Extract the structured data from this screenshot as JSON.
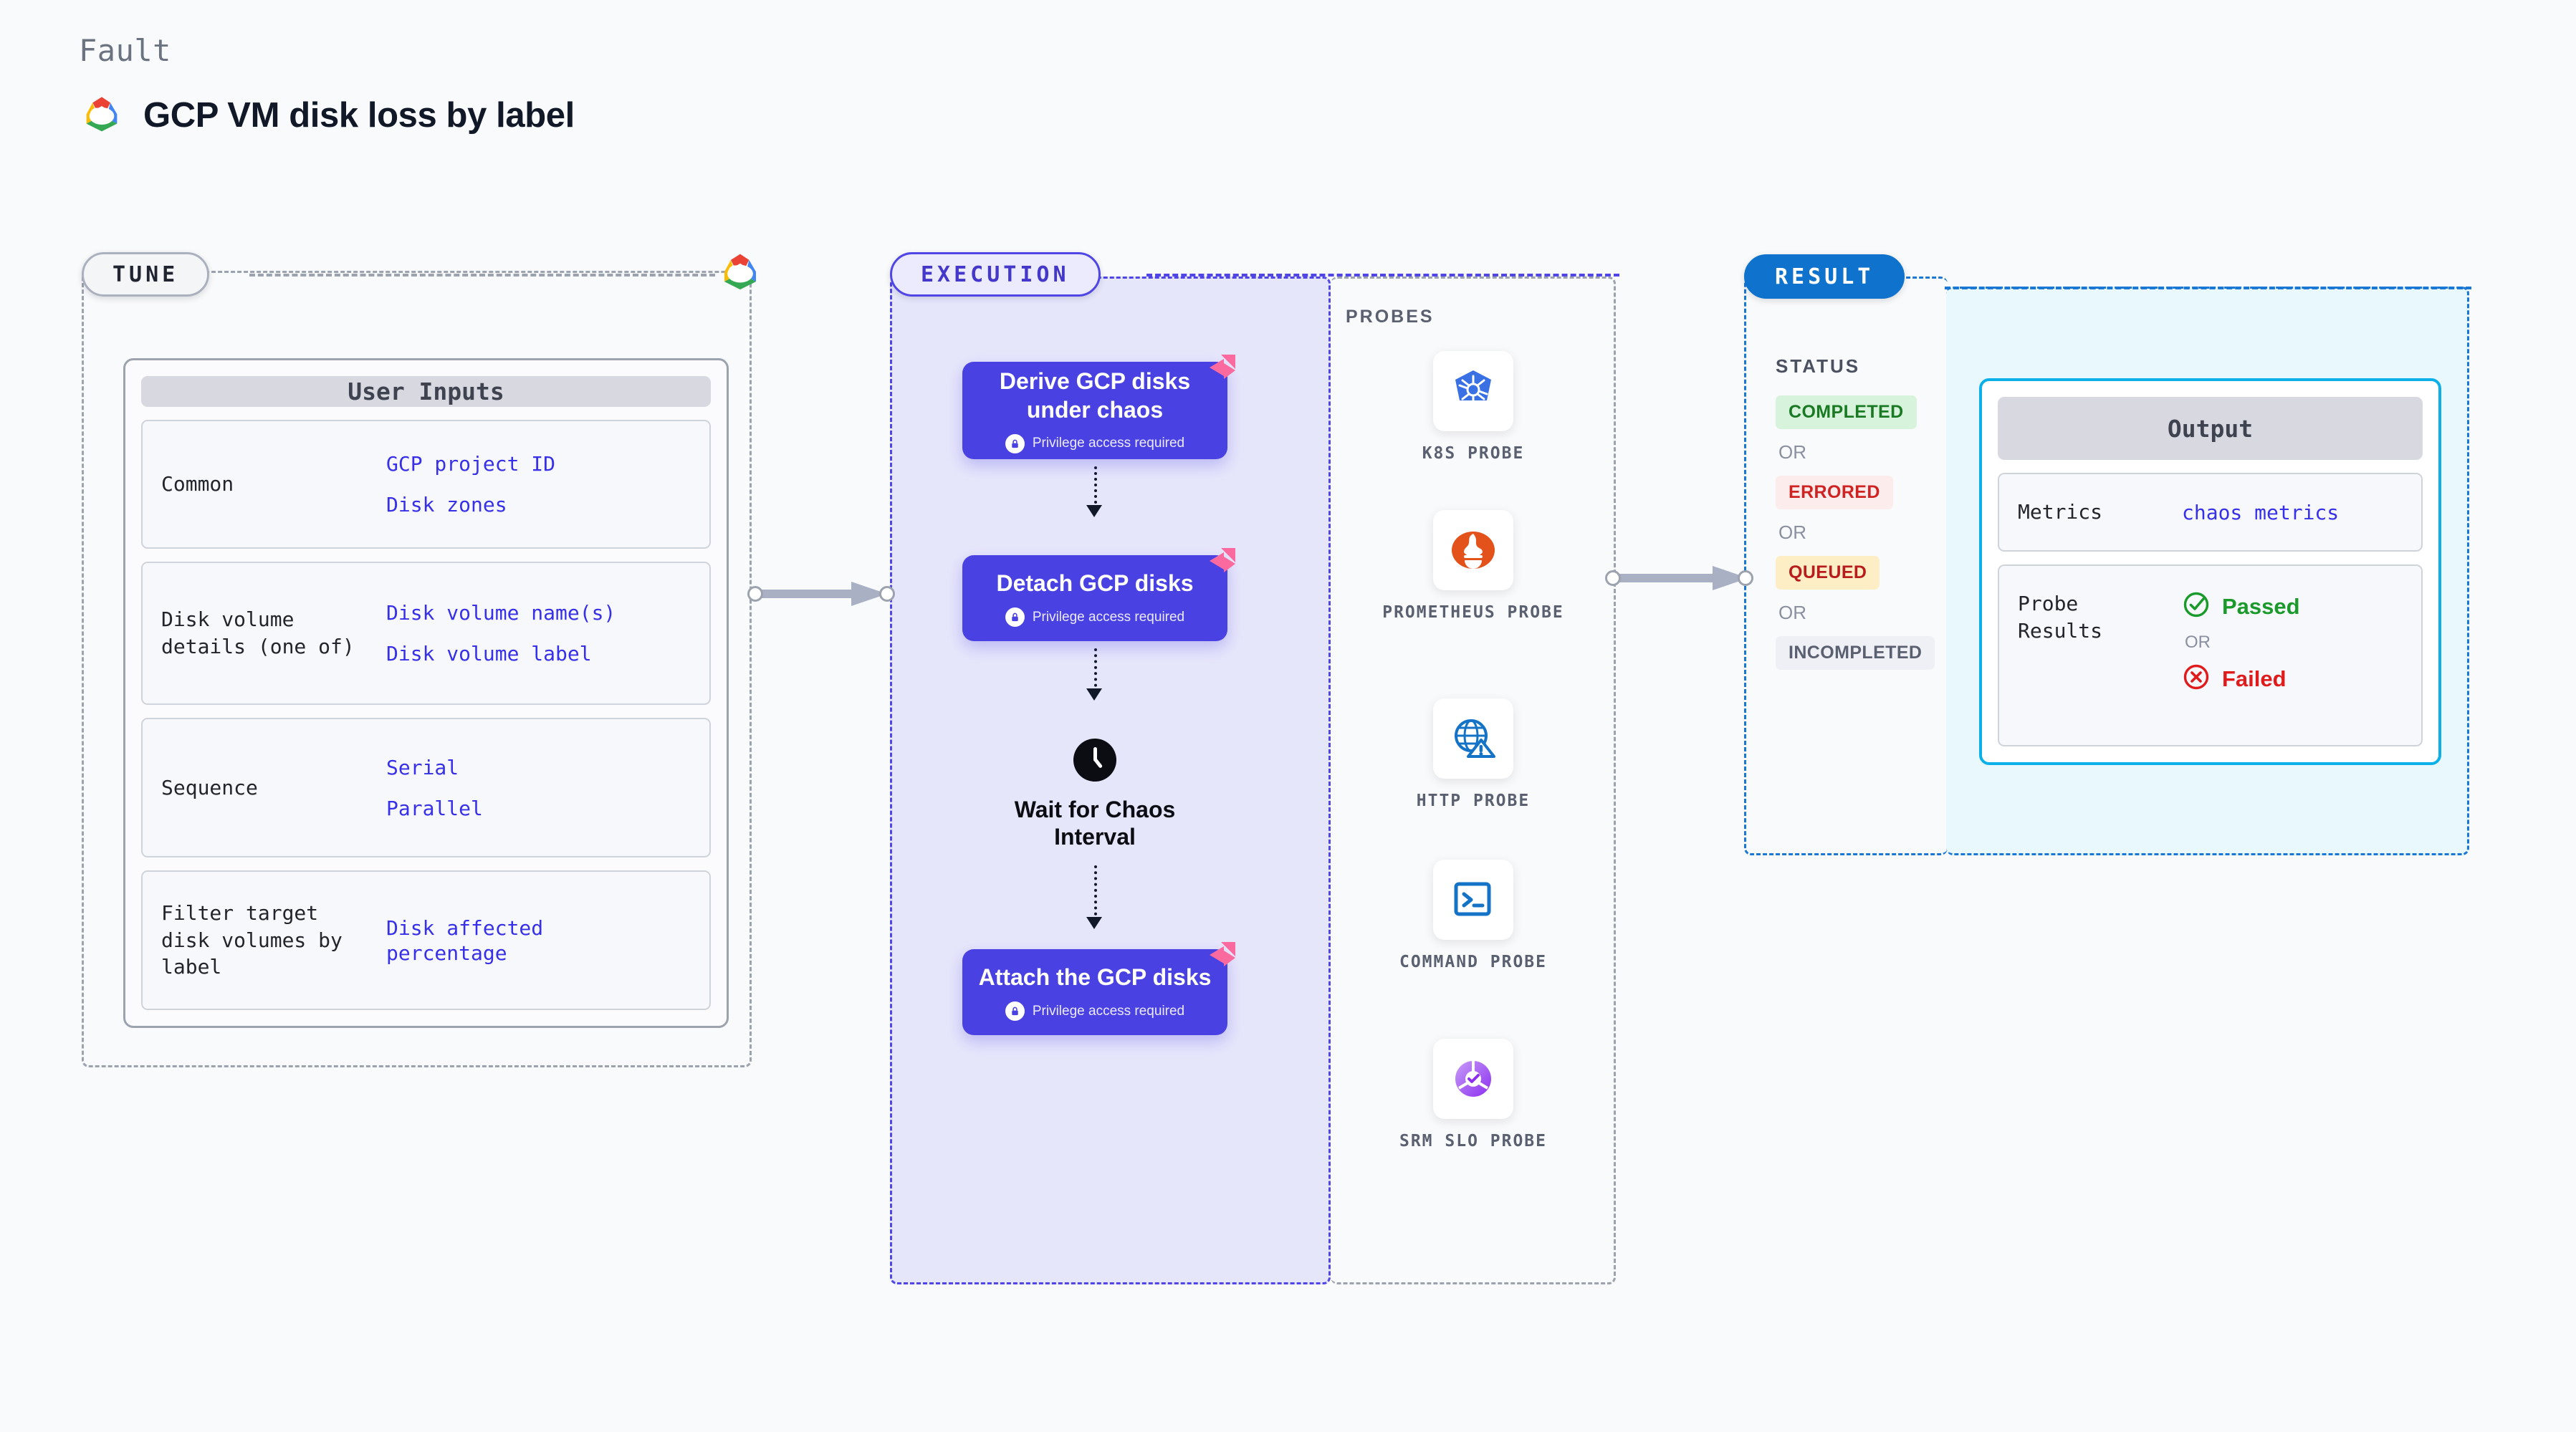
{
  "header": {
    "eyebrow": "Fault",
    "title": "GCP VM disk loss by label",
    "logo_icon": "google-cloud-logo"
  },
  "tune": {
    "pill_label": "TUNE",
    "provider_icon": "google-cloud-logo",
    "card_title": "User Inputs",
    "rows": [
      {
        "key": "Common",
        "values": [
          "GCP project ID",
          "Disk zones"
        ]
      },
      {
        "key": "Disk volume details (one of)",
        "values": [
          "Disk volume name(s)",
          "Disk volume label"
        ]
      },
      {
        "key": "Sequence",
        "values": [
          "Serial",
          "Parallel"
        ]
      },
      {
        "key": "Filter target disk volumes by label",
        "values": [
          "Disk affected percentage"
        ]
      }
    ]
  },
  "execution": {
    "pill_label": "EXECUTION",
    "privilege_note": "Privilege access required",
    "lock_icon": "lock-icon",
    "badge_icon": "litmus-badge-icon",
    "clock_icon": "clock-icon",
    "steps": [
      {
        "title": "Derive GCP disks under chaos",
        "privileged": true
      },
      {
        "title": "Detach GCP disks",
        "privileged": true
      }
    ],
    "wait": {
      "label": "Wait for Chaos Interval"
    },
    "final_step": {
      "title": "Attach the GCP disks",
      "privileged": true
    }
  },
  "probes": {
    "title": "PROBES",
    "items": [
      {
        "label": "K8S PROBE",
        "icon": "kubernetes-icon"
      },
      {
        "label": "PROMETHEUS PROBE",
        "icon": "prometheus-icon"
      },
      {
        "label": "HTTP PROBE",
        "icon": "http-globe-warning-icon"
      },
      {
        "label": "COMMAND PROBE",
        "icon": "terminal-icon"
      },
      {
        "label": "SRM SLO PROBE",
        "icon": "srm-slo-icon"
      }
    ]
  },
  "result": {
    "pill_label": "RESULT",
    "status_title": "STATUS",
    "or_label": "OR",
    "statuses": [
      {
        "label": "COMPLETED",
        "bg": "#d8f3dc",
        "fg": "#1a7a24"
      },
      {
        "label": "ERRORED",
        "bg": "#fdecec",
        "fg": "#cf2222"
      },
      {
        "label": "QUEUED",
        "bg": "#fdeec5",
        "fg": "#b91c1c"
      },
      {
        "label": "INCOMPLETED",
        "bg": "#eff0f5",
        "fg": "#5a6070"
      }
    ]
  },
  "output": {
    "card_title": "Output",
    "metrics_key": "Metrics",
    "metrics_value": "chaos metrics",
    "probe_results_key": "Probe Results",
    "or_label": "OR",
    "passed_label": "Passed",
    "failed_label": "Failed",
    "passed_icon": "check-circle-icon",
    "failed_icon": "x-circle-icon"
  },
  "colors": {
    "indigo": "#4a41e2",
    "blue": "#1b77d4",
    "cyan": "#0bb0e8",
    "pink": "#fb6a9e",
    "value_blue": "#3730e8"
  }
}
